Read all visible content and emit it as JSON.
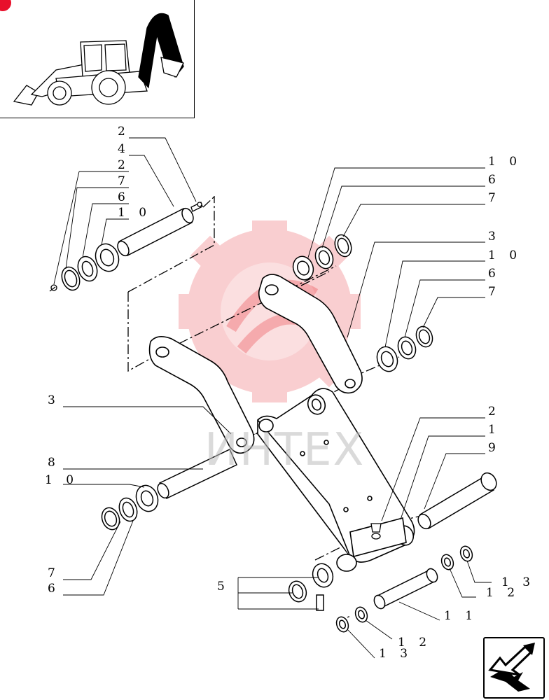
{
  "diagram": {
    "callouts": [
      {
        "id": "c2a",
        "text": "2"
      },
      {
        "id": "c4",
        "text": "4"
      },
      {
        "id": "c2b",
        "text": "2"
      },
      {
        "id": "c7a",
        "text": "7"
      },
      {
        "id": "c6a",
        "text": "6"
      },
      {
        "id": "c10a",
        "text": "1 0"
      },
      {
        "id": "c10b",
        "text": "1 0"
      },
      {
        "id": "c6b",
        "text": "6"
      },
      {
        "id": "c7b",
        "text": "7"
      },
      {
        "id": "c3a",
        "text": "3"
      },
      {
        "id": "c10c",
        "text": "1 0"
      },
      {
        "id": "c6c",
        "text": "6"
      },
      {
        "id": "c7c",
        "text": "7"
      },
      {
        "id": "c3b",
        "text": "3"
      },
      {
        "id": "c2c",
        "text": "2"
      },
      {
        "id": "c1",
        "text": "1"
      },
      {
        "id": "c9",
        "text": "9"
      },
      {
        "id": "c8",
        "text": "8"
      },
      {
        "id": "c10d",
        "text": "1 0"
      },
      {
        "id": "c7d",
        "text": "7"
      },
      {
        "id": "c6d",
        "text": "6"
      },
      {
        "id": "c5",
        "text": "5"
      },
      {
        "id": "c13a",
        "text": "1 3"
      },
      {
        "id": "c12a",
        "text": "1 2"
      },
      {
        "id": "c11",
        "text": "1 1"
      },
      {
        "id": "c12b",
        "text": "1 2"
      },
      {
        "id": "c13b",
        "text": "1 3"
      }
    ],
    "watermark": {
      "text": "ИНТЕХ",
      "color": "#e8262c"
    },
    "accent_color": "#e8102b",
    "nav_icon": "arrow-return-icon",
    "thumbnail_icon": "backhoe-loader-icon"
  }
}
